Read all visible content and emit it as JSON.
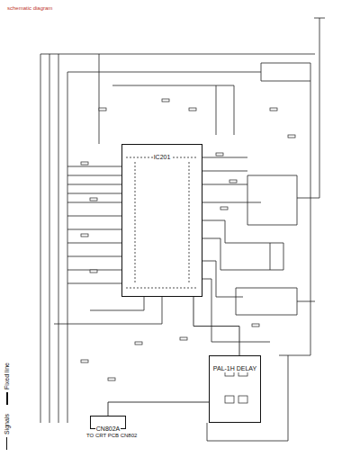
{
  "diagram": {
    "title": "schematic diagram",
    "nodes": [
      {
        "text": [
          "IC201"
        ]
      },
      {
        "text": [
          "PAL-1H DELAY"
        ]
      },
      {
        "text": [
          "CN802A"
        ]
      }
    ],
    "edges": [
      {
        "from": 0,
        "to": 1,
        "arrow": "none"
      },
      {
        "from": 1,
        "to": 2,
        "arrow": "none"
      }
    ],
    "labels": [
      "TO CRT PCB CN802"
    ],
    "legend": [
      {
        "text": "Signals"
      },
      {
        "text": "Fixed line"
      }
    ]
  }
}
